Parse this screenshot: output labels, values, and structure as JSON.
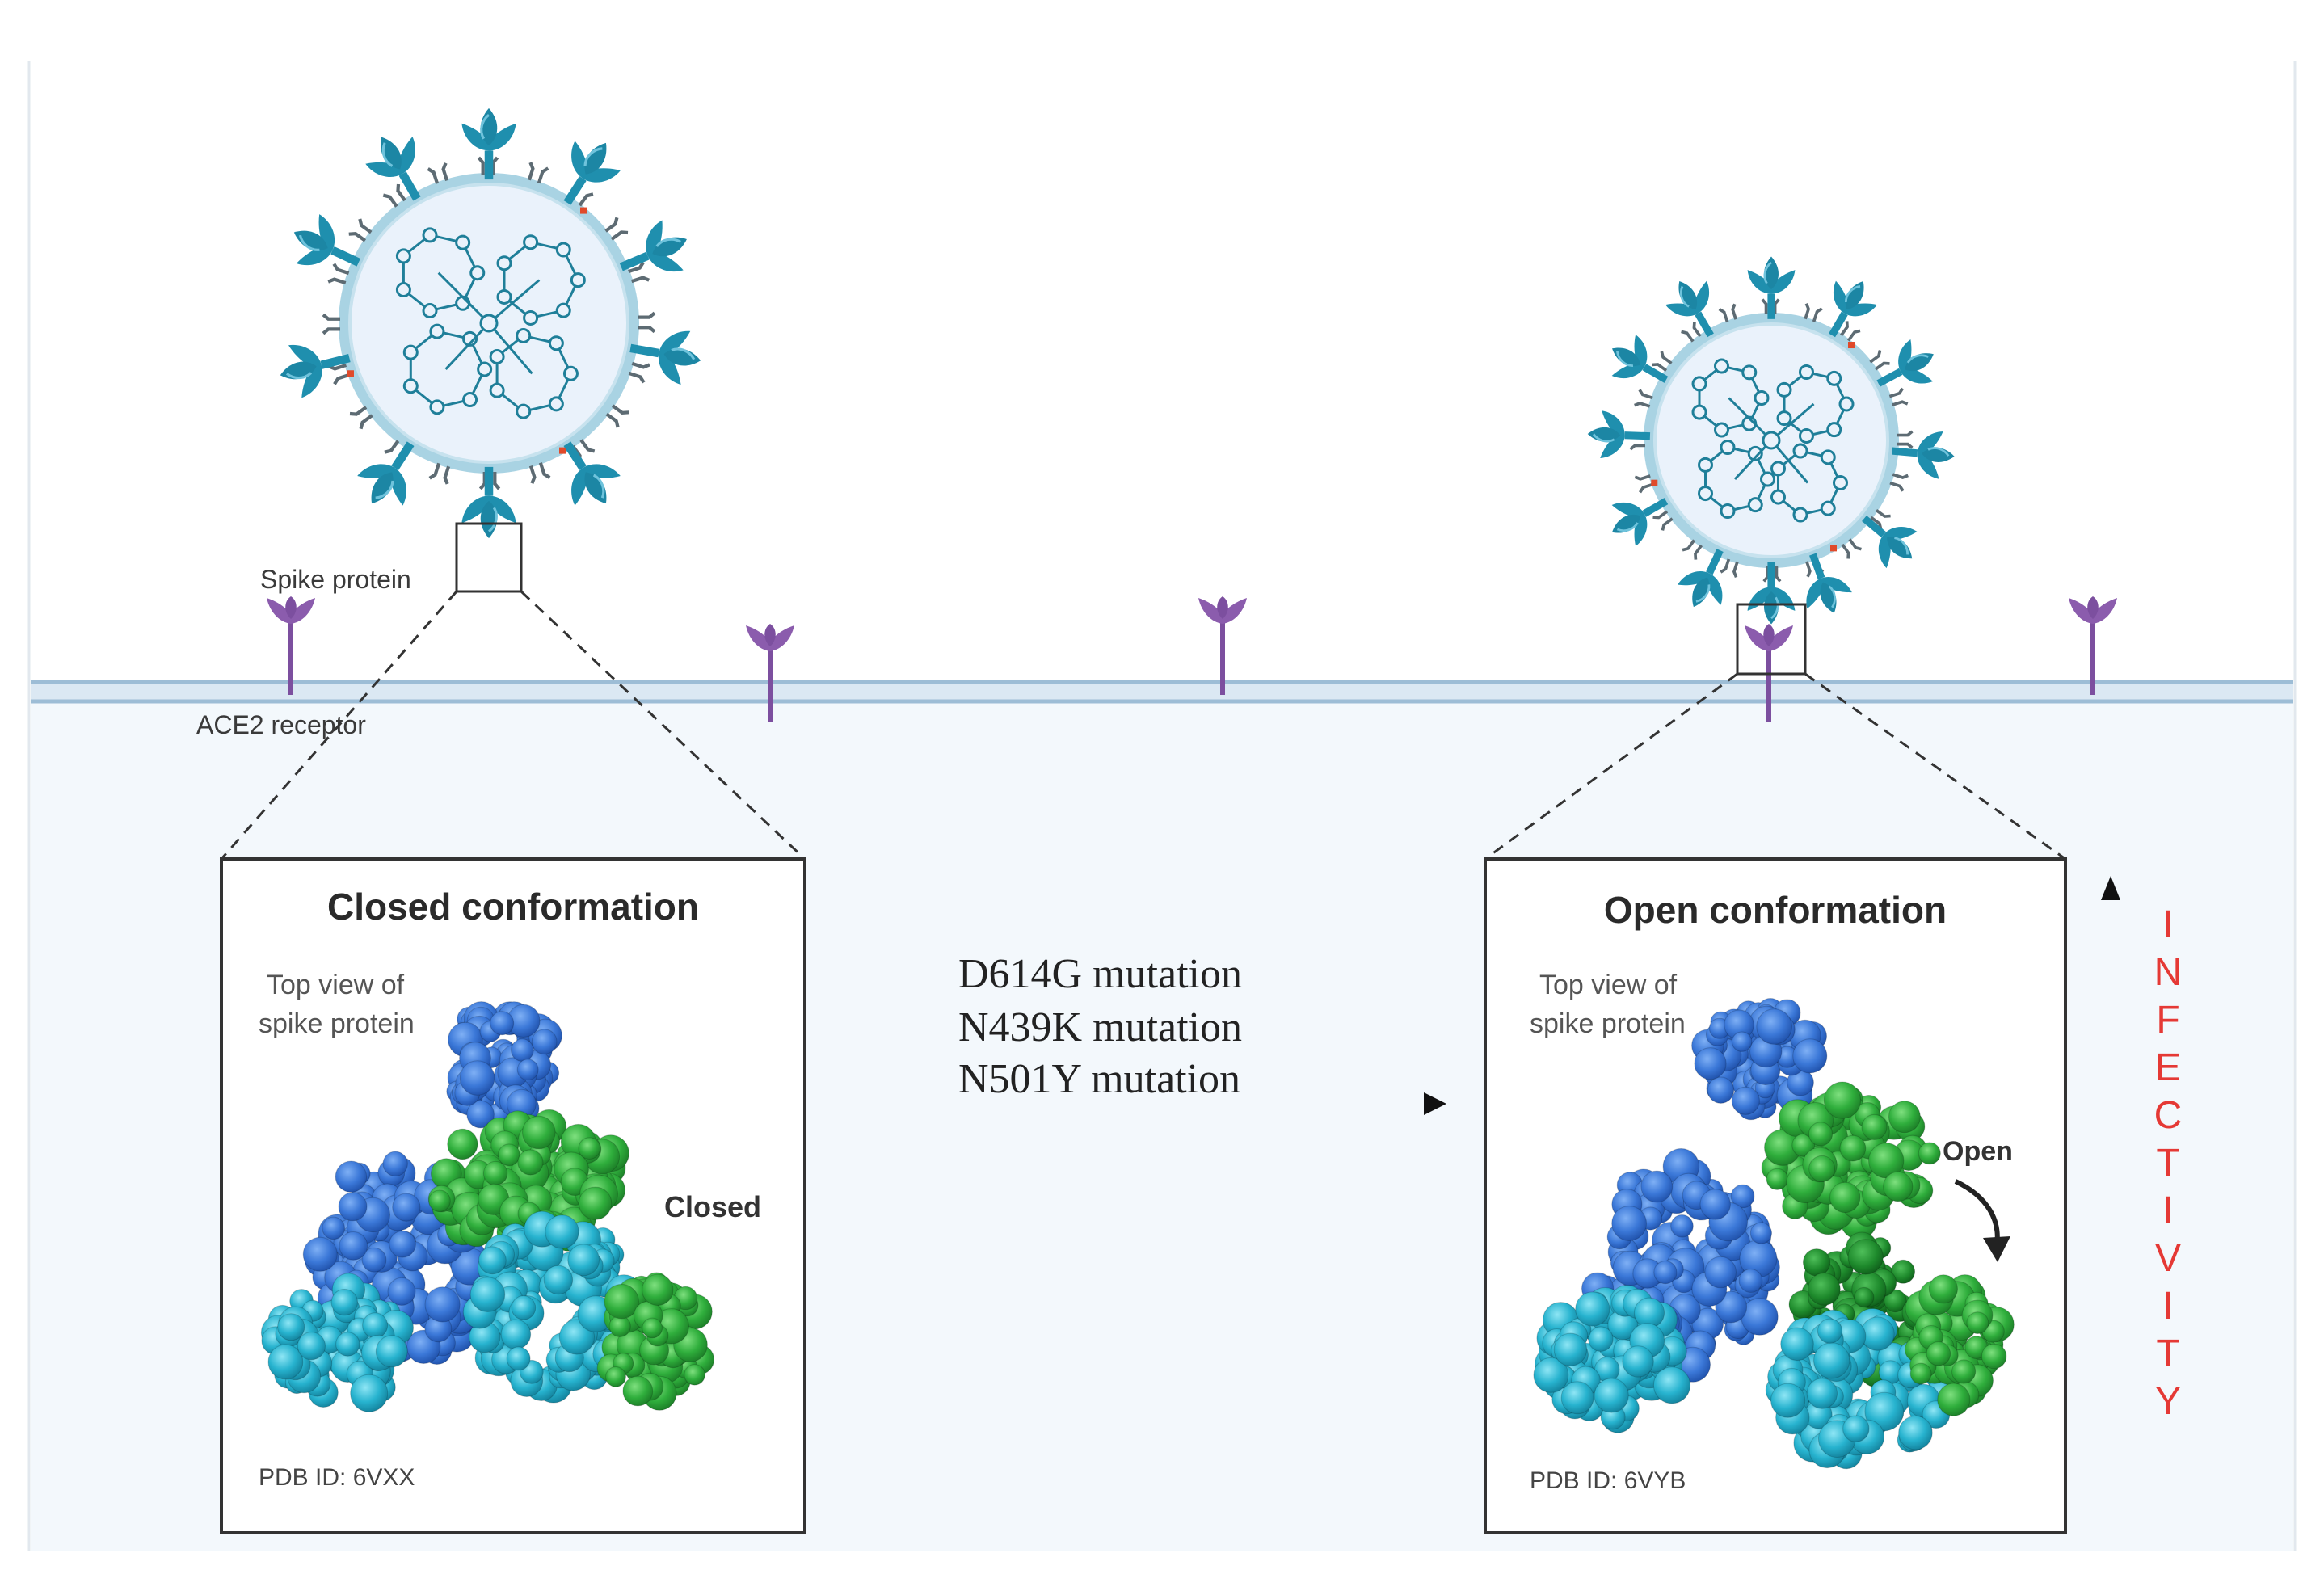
{
  "labels": {
    "spike_protein": "Spike protein",
    "ace2_receptor": "ACE2 receptor"
  },
  "panels": {
    "closed": {
      "title": "Closed conformation",
      "caption": "Top view of spike protein",
      "caption_lines": [
        "Top view of",
        "spike protein"
      ],
      "state_label": "Closed",
      "pdb": "PDB ID: 6VXX"
    },
    "open": {
      "title": "Open conformation",
      "caption": "Top view of spike protein",
      "caption_lines": [
        "Top view of",
        "spike protein"
      ],
      "state_label": "Open",
      "pdb": "PDB ID: 6VYB"
    }
  },
  "mutations": [
    "D614G mutation",
    "N439K mutation",
    "N501Y mutation"
  ],
  "infectivity_letters": [
    "I",
    "N",
    "F",
    "E",
    "C",
    "T",
    "I",
    "V",
    "I",
    "T",
    "Y"
  ],
  "colors": {
    "virus_teal": "#1f8fae",
    "virus_body": "#eaf2fb",
    "virus_membrane": "#a9d3e3",
    "receptor_purple": "#7c4f9f",
    "cell_background": "#f3f8fc",
    "membrane": "#b8d0e3",
    "protein_blue": "#3b78d8",
    "protein_green": "#2fae3c",
    "protein_cyan": "#27b3cf",
    "infectivity_red": "#e53935"
  }
}
